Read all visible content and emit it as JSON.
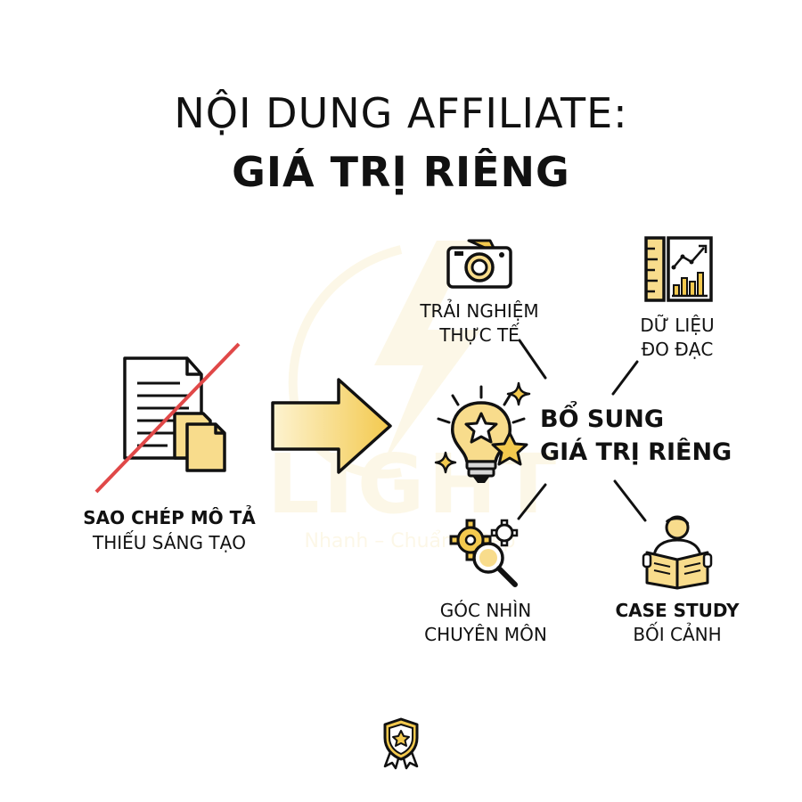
{
  "title": {
    "line1": "NỘI DUNG AFFILIATE:",
    "line2": "GIÁ TRỊ RIÊNG"
  },
  "left": {
    "line1": "SAO CHÉP MÔ TẢ",
    "line2": "THIẾU SÁNG TẠO",
    "icon": "copied-documents-icon",
    "strike_color": "#e04848"
  },
  "arrow": {
    "icon": "right-arrow-icon",
    "color": "#f6d77a"
  },
  "center": {
    "line1": "BỔ SUNG",
    "line2": "GIÁ TRỊ RIÊNG",
    "icon": "lightbulb-star-icon"
  },
  "nodes": {
    "top_left": {
      "line1": "TRẢI NGHIỆM",
      "line2": "THỰC TẾ",
      "icon": "camera-icon"
    },
    "top_right": {
      "line1": "DỮ LIỆU",
      "line2": "ĐO ĐẠC",
      "icon": "ruler-chart-icon"
    },
    "bottom_left": {
      "line1": "GÓC NHÌN",
      "line2": "CHUYÊN MÔN",
      "icon": "gears-magnifier-icon"
    },
    "bottom_right": {
      "line1": "CASE STUDY",
      "line2": "BỐI CẢNH",
      "icon": "reader-book-icon"
    }
  },
  "watermark": {
    "brand": "LIGHT",
    "tagline": "Nhanh – Chuẩn – Đẹp"
  },
  "footer": {
    "icon": "shield-star-badge-icon"
  },
  "colors": {
    "accent": "#f6d77a",
    "ink": "#111111",
    "strike": "#e04848"
  }
}
